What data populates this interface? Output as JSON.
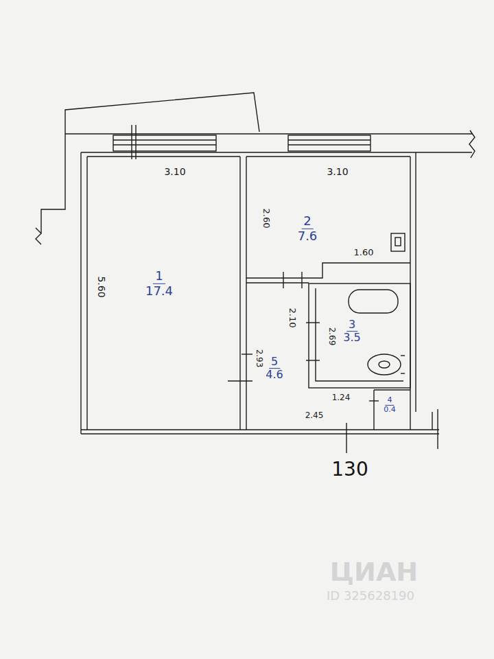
{
  "diagram": {
    "nodes": [
      {
        "text": [
          "1",
          "17.4"
        ]
      },
      {
        "text": [
          "2",
          "7.6"
        ]
      },
      {
        "text": [
          "3",
          "3.5"
        ]
      },
      {
        "text": [
          "5",
          "4.6"
        ]
      },
      {
        "text": [
          "4",
          "0.4"
        ]
      }
    ],
    "labels": [
      "3.10",
      "3.10",
      "5.60",
      "2.60",
      "1.60",
      "2.10",
      "2.69",
      "2.93",
      "1.24",
      "2.45",
      "130",
      "ЦИАН",
      "ID 325628190"
    ]
  }
}
